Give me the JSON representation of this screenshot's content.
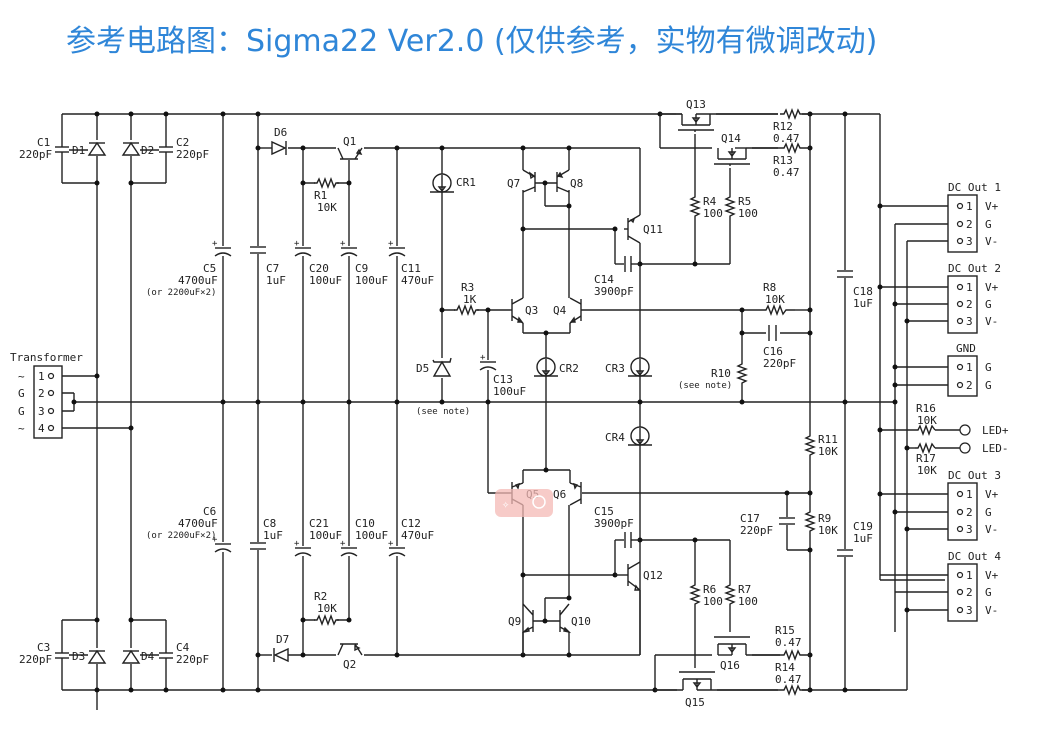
{
  "title": "参考电路图：Sigma22 Ver2.0 (仅供参考，实物有微调改动)",
  "colors": {
    "title": "#2f86d8",
    "wire": "#222222"
  },
  "components": {
    "C1": {
      "ref": "C1",
      "value": "220pF"
    },
    "C2": {
      "ref": "C2",
      "value": "220pF"
    },
    "C3": {
      "ref": "C3",
      "value": "220pF"
    },
    "C4": {
      "ref": "C4",
      "value": "220pF"
    },
    "D1": {
      "ref": "D1"
    },
    "D2": {
      "ref": "D2"
    },
    "D3": {
      "ref": "D3"
    },
    "D4": {
      "ref": "D4"
    },
    "D5": {
      "ref": "D5",
      "note": "(see note)"
    },
    "D6": {
      "ref": "D6"
    },
    "D7": {
      "ref": "D7"
    },
    "C5": {
      "ref": "C5",
      "value": "4700uF",
      "note": "(or 2200uF×2)"
    },
    "C6": {
      "ref": "C6",
      "value": "4700uF",
      "note": "(or 2200uF×2)"
    },
    "C7": {
      "ref": "C7",
      "value": "1uF"
    },
    "C8": {
      "ref": "C8",
      "value": "1uF"
    },
    "C9": {
      "ref": "C9",
      "value": "100uF"
    },
    "C10": {
      "ref": "C10",
      "value": "100uF"
    },
    "C11": {
      "ref": "C11",
      "value": "470uF"
    },
    "C12": {
      "ref": "C12",
      "value": "470uF"
    },
    "C13": {
      "ref": "C13",
      "value": "100uF"
    },
    "C14": {
      "ref": "C14",
      "value": "3900pF"
    },
    "C15": {
      "ref": "C15",
      "value": "3900pF"
    },
    "C16": {
      "ref": "C16",
      "value": "220pF"
    },
    "C17": {
      "ref": "C17",
      "value": "220pF"
    },
    "C18": {
      "ref": "C18",
      "value": "1uF"
    },
    "C19": {
      "ref": "C19",
      "value": "1uF"
    },
    "C20": {
      "ref": "C20",
      "value": "100uF"
    },
    "C21": {
      "ref": "C21",
      "value": "100uF"
    },
    "R1": {
      "ref": "R1",
      "value": "10K"
    },
    "R2": {
      "ref": "R2",
      "value": "10K"
    },
    "R3": {
      "ref": "R3",
      "value": "1K"
    },
    "R4": {
      "ref": "R4",
      "value": "100"
    },
    "R5": {
      "ref": "R5",
      "value": "100"
    },
    "R6": {
      "ref": "R6",
      "value": "100"
    },
    "R7": {
      "ref": "R7",
      "value": "100"
    },
    "R8": {
      "ref": "R8",
      "value": "10K"
    },
    "R9": {
      "ref": "R9",
      "value": "10K"
    },
    "R10": {
      "ref": "R10",
      "note": "(see note)"
    },
    "R11": {
      "ref": "R11",
      "value": "10K"
    },
    "R12": {
      "ref": "R12",
      "value": "0.47"
    },
    "R13": {
      "ref": "R13",
      "value": "0.47"
    },
    "R14": {
      "ref": "R14",
      "value": "0.47"
    },
    "R15": {
      "ref": "R15",
      "value": "0.47"
    },
    "R16": {
      "ref": "R16",
      "value": "10K"
    },
    "R17": {
      "ref": "R17",
      "value": "10K"
    },
    "CR1": {
      "ref": "CR1"
    },
    "CR2": {
      "ref": "CR2"
    },
    "CR3": {
      "ref": "CR3"
    },
    "CR4": {
      "ref": "CR4"
    },
    "Q1": {
      "ref": "Q1"
    },
    "Q2": {
      "ref": "Q2"
    },
    "Q3": {
      "ref": "Q3"
    },
    "Q4": {
      "ref": "Q4"
    },
    "Q5": {
      "ref": "Q5"
    },
    "Q6": {
      "ref": "Q6"
    },
    "Q7": {
      "ref": "Q7"
    },
    "Q8": {
      "ref": "Q8"
    },
    "Q9": {
      "ref": "Q9"
    },
    "Q10": {
      "ref": "Q10"
    },
    "Q11": {
      "ref": "Q11"
    },
    "Q12": {
      "ref": "Q12"
    },
    "Q13": {
      "ref": "Q13"
    },
    "Q14": {
      "ref": "Q14"
    },
    "Q15": {
      "ref": "Q15"
    },
    "Q16": {
      "ref": "Q16"
    }
  },
  "transformer": {
    "label": "Transformer",
    "pins": [
      {
        "num": "1",
        "name": "~"
      },
      {
        "num": "2",
        "name": "G"
      },
      {
        "num": "3",
        "name": "G"
      },
      {
        "num": "4",
        "name": "~"
      }
    ]
  },
  "connectors": [
    {
      "label": "DC Out 1",
      "pins": [
        {
          "num": "1",
          "name": "V+"
        },
        {
          "num": "2",
          "name": "G"
        },
        {
          "num": "3",
          "name": "V-"
        }
      ]
    },
    {
      "label": "DC Out 2",
      "pins": [
        {
          "num": "1",
          "name": "V+"
        },
        {
          "num": "2",
          "name": "G"
        },
        {
          "num": "3",
          "name": "V-"
        }
      ]
    },
    {
      "label": "GND",
      "pins": [
        {
          "num": "1",
          "name": "G"
        },
        {
          "num": "2",
          "name": "G"
        }
      ]
    },
    {
      "label": "DC Out 3",
      "pins": [
        {
          "num": "1",
          "name": "V+"
        },
        {
          "num": "2",
          "name": "G"
        },
        {
          "num": "3",
          "name": "V-"
        }
      ]
    },
    {
      "label": "DC Out 4",
      "pins": [
        {
          "num": "1",
          "name": "V+"
        },
        {
          "num": "2",
          "name": "G"
        },
        {
          "num": "3",
          "name": "V-"
        }
      ]
    }
  ],
  "leds": {
    "plus": "LED+",
    "minus": "LED-"
  }
}
